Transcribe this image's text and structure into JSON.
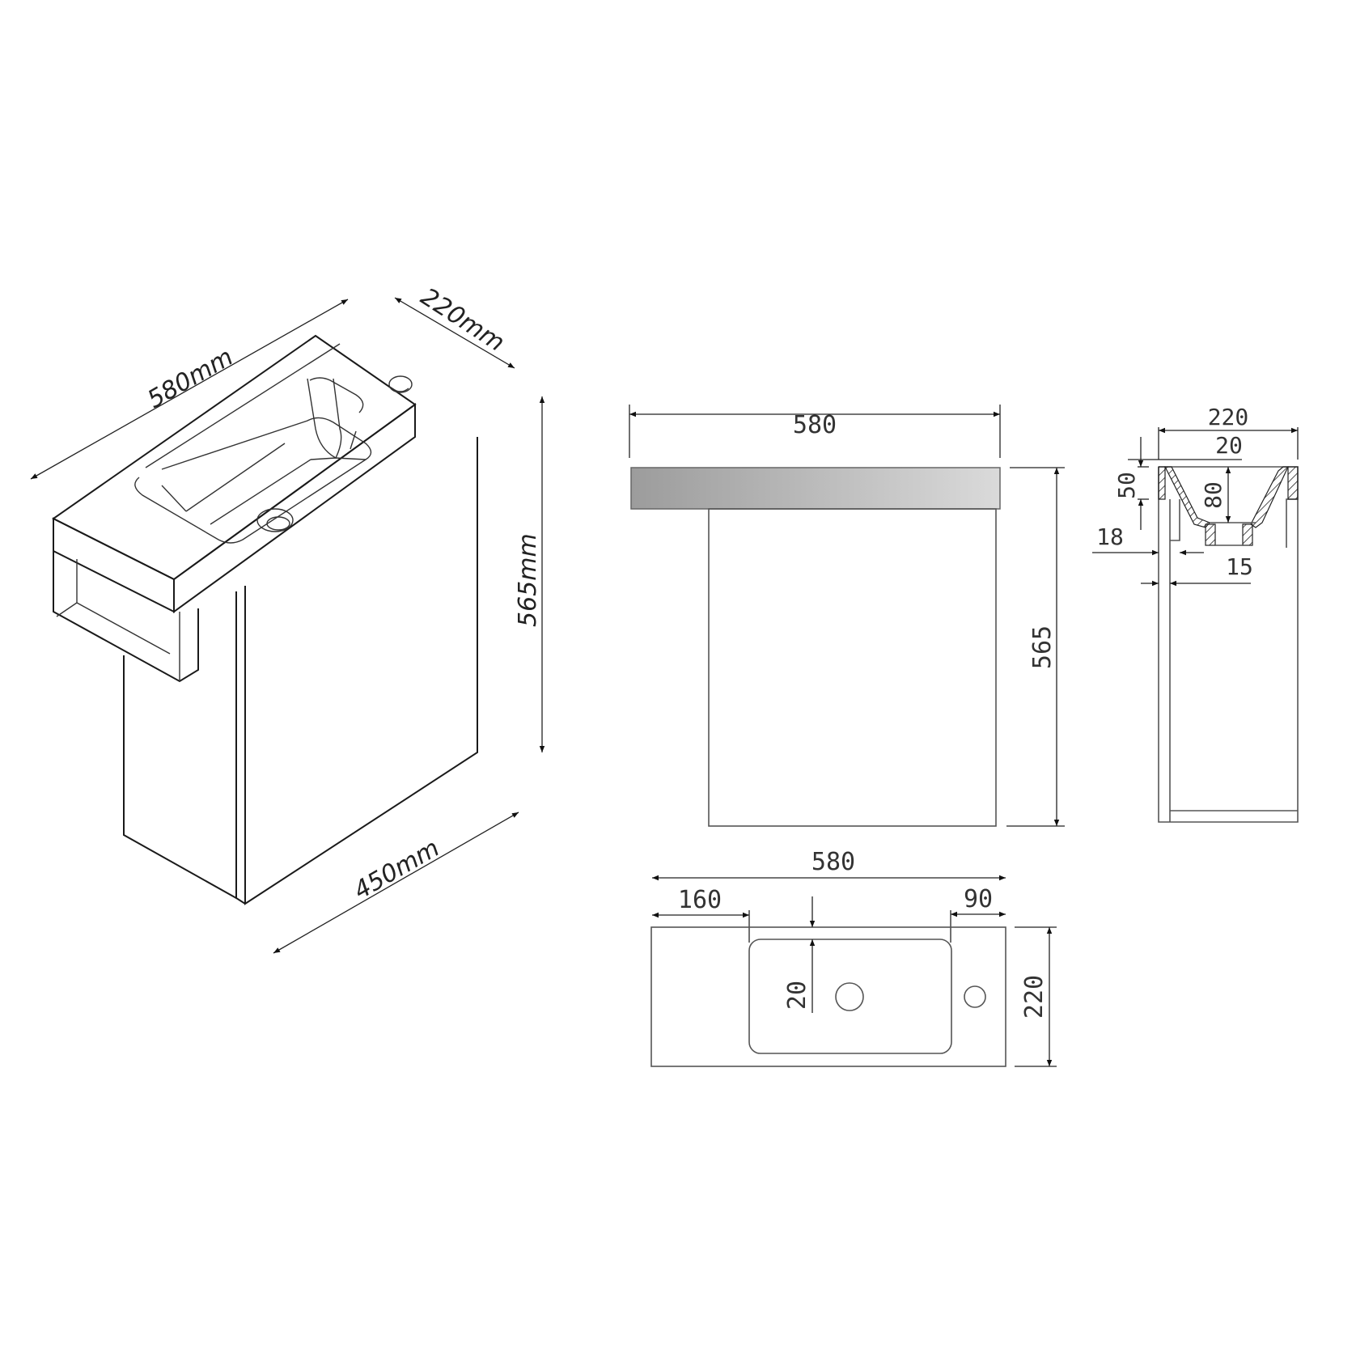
{
  "drawing": {
    "isometric_view": {
      "labels": {
        "length": "580mm",
        "depth": "220mm",
        "height": "565mm",
        "cabinet_width": "450mm"
      }
    },
    "front_view": {
      "labels": {
        "width": "580",
        "height": "565"
      },
      "top_slab_gradient": [
        "#9a9a9a",
        "#dcdcdc"
      ]
    },
    "side_section": {
      "labels": {
        "depth": "220",
        "rim": "20",
        "slab_thickness": "50",
        "bowl_depth": "80",
        "wall_18": "18",
        "wall_15": "15"
      }
    },
    "top_view": {
      "labels": {
        "width": "580",
        "left_offset": "160",
        "right_offset": "90",
        "front_offset": "20",
        "depth": "220"
      }
    }
  }
}
